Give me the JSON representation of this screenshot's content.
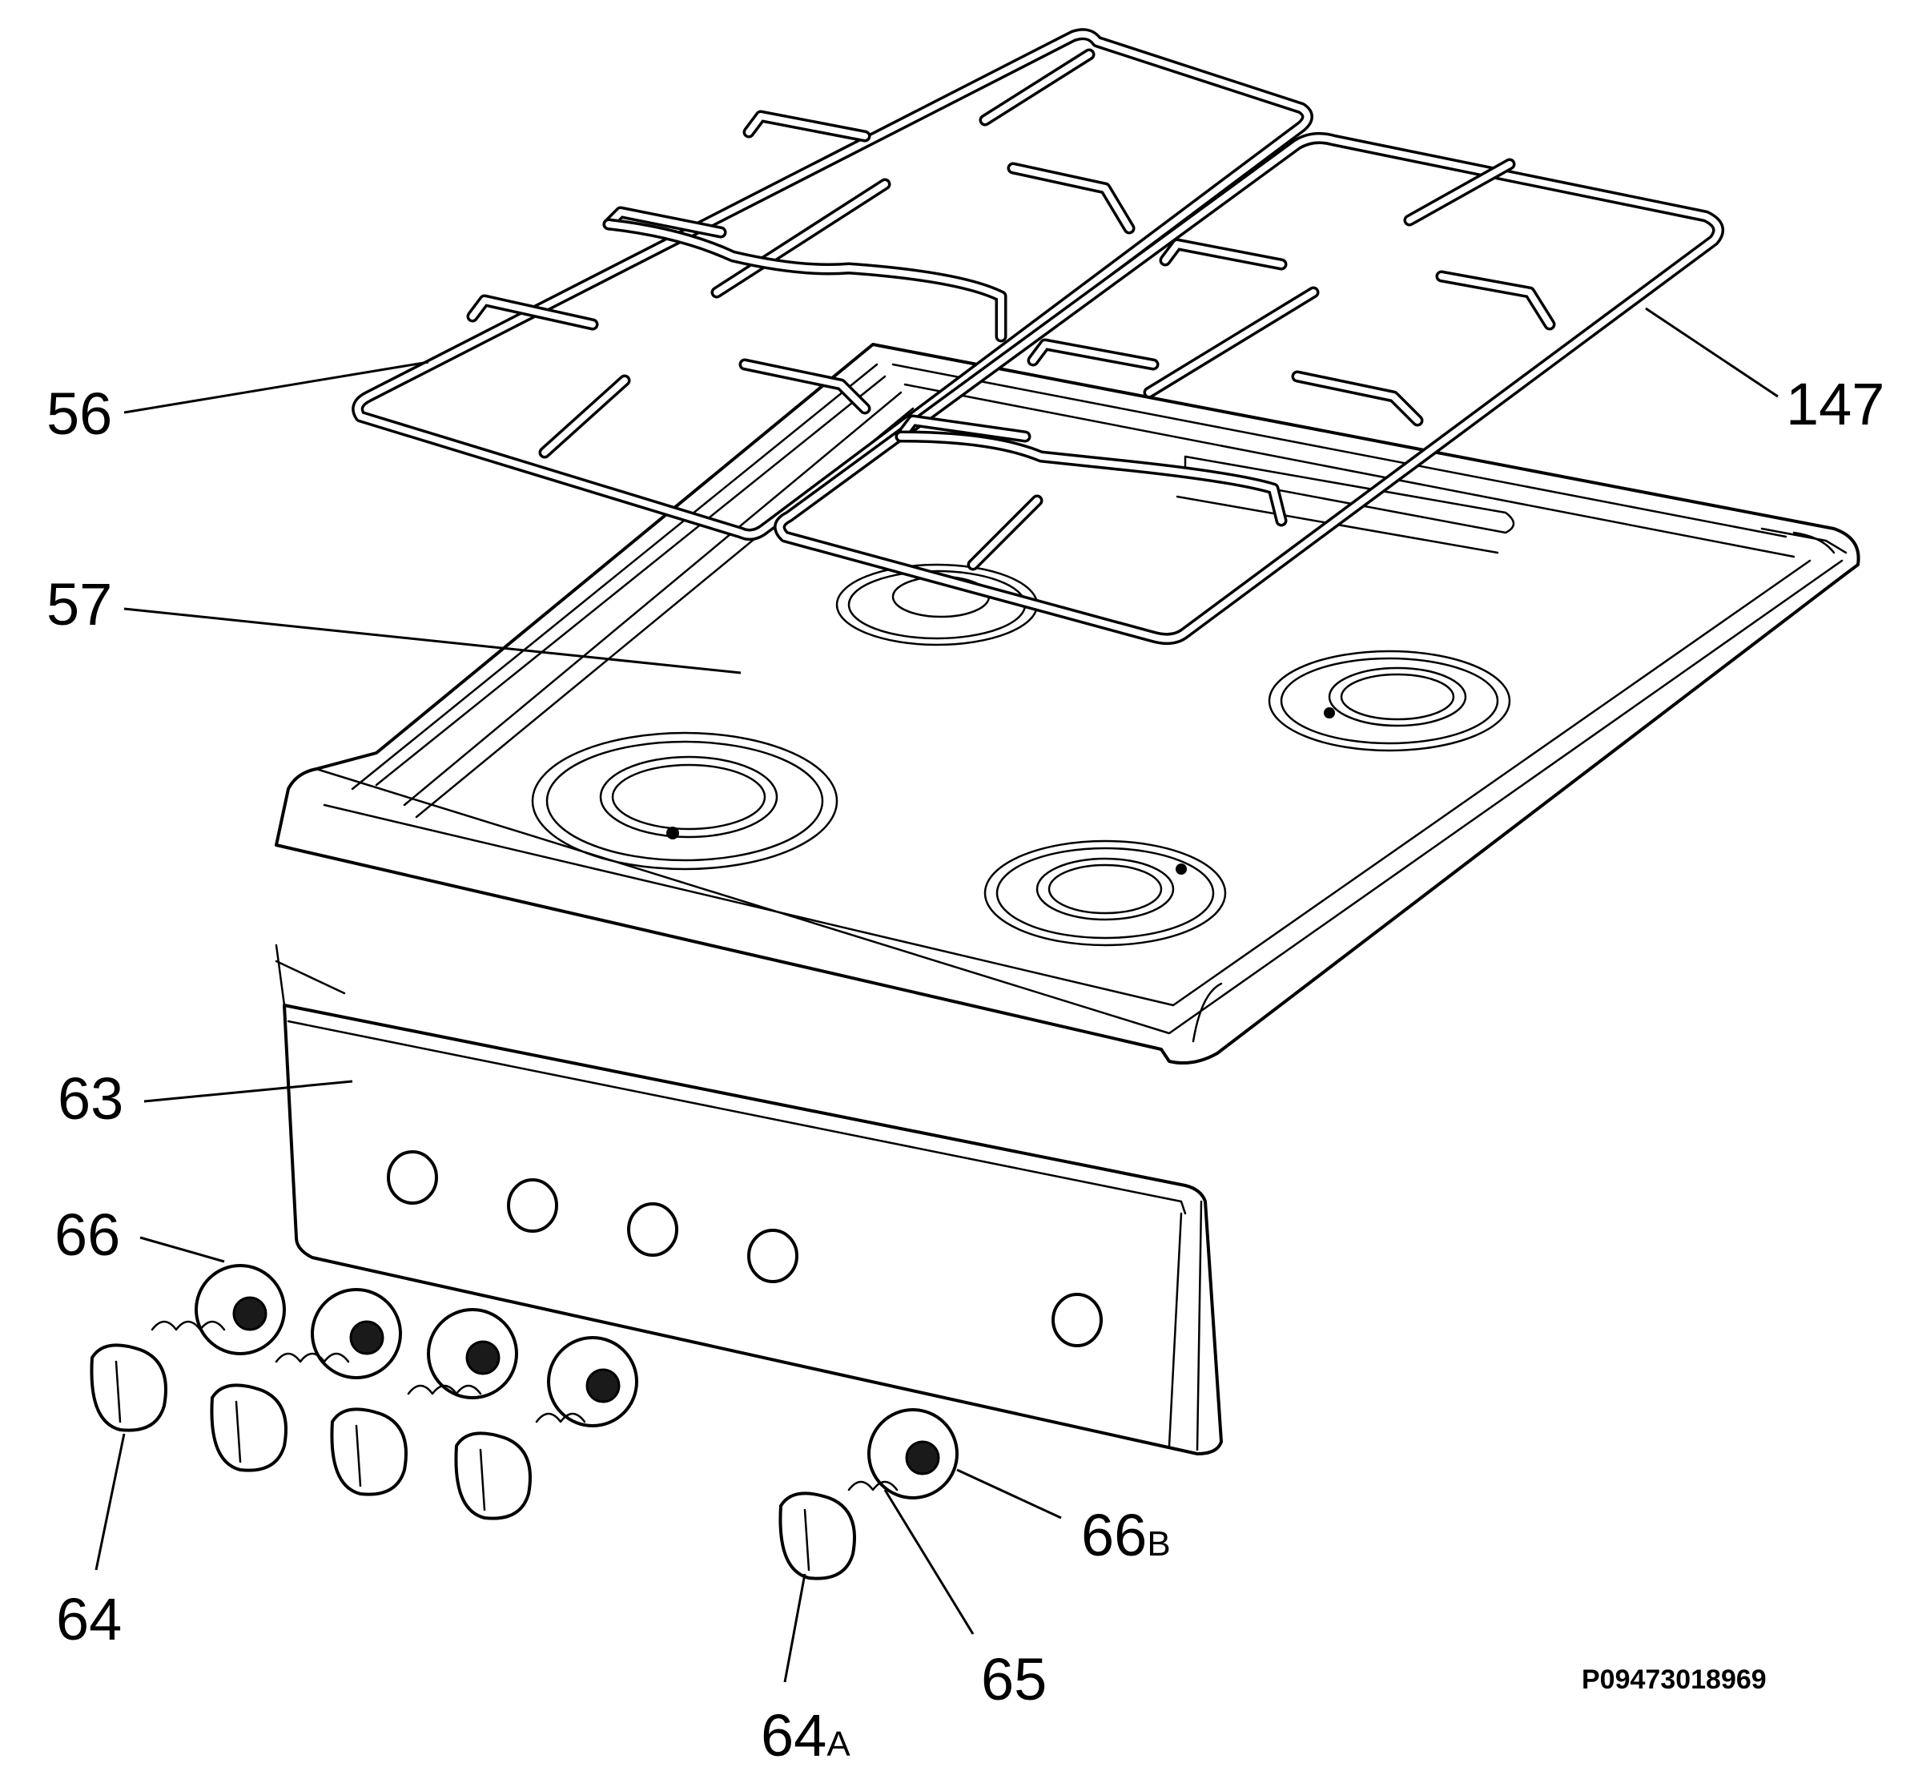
{
  "callouts": {
    "c56": "56",
    "c147": "147",
    "c57": "57",
    "c63": "63",
    "c66": "66",
    "c64": "64",
    "c64a_num": "64",
    "c64a_suffix": "A",
    "c65": "65",
    "c66b_num": "66",
    "c66b_suffix": "B"
  },
  "drawing_number": "P09473018969",
  "colors": {
    "line": "#000000",
    "background": "#ffffff"
  }
}
